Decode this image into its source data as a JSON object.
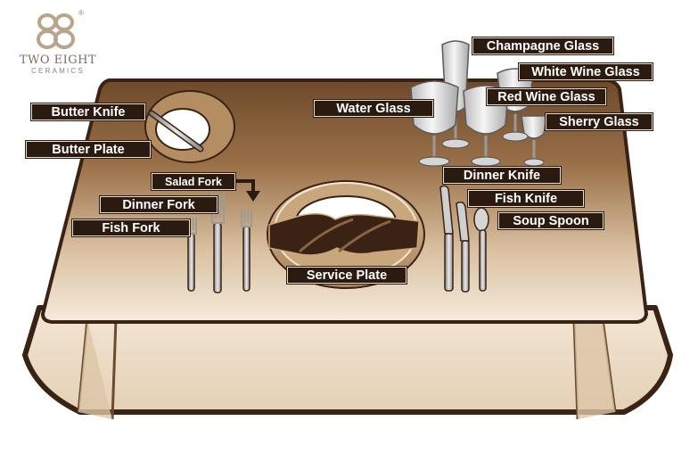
{
  "brand": {
    "name": "TWO EIGHT",
    "sub": "CERAMICS",
    "registered": "®",
    "logo_icon": "infinity-eight-mark"
  },
  "colors": {
    "label_bg": "#2b1a10",
    "label_text": "#ffffff",
    "table_top_light": "#f4e7d6",
    "table_top_dark": "#7e5634",
    "cloth_skirt": "#ecdcc8",
    "outline": "#3a2314",
    "napkin": "#3a2314"
  },
  "labels": {
    "butter_knife": "Butter Knife",
    "butter_plate": "Butter Plate",
    "salad_fork": "Salad Fork",
    "dinner_fork": "Dinner Fork",
    "fish_fork": "Fish Fork",
    "service_plate": "Service Plate",
    "water_glass": "Water Glass",
    "champagne_glass": "Champagne Glass",
    "white_wine_glass": "White Wine Glass",
    "red_wine_glass": "Red Wine Glass",
    "sherry_glass": "Sherry Glass",
    "dinner_knife": "Dinner Knife",
    "fish_knife": "Fish Knife",
    "soup_spoon": "Soup Spoon"
  }
}
